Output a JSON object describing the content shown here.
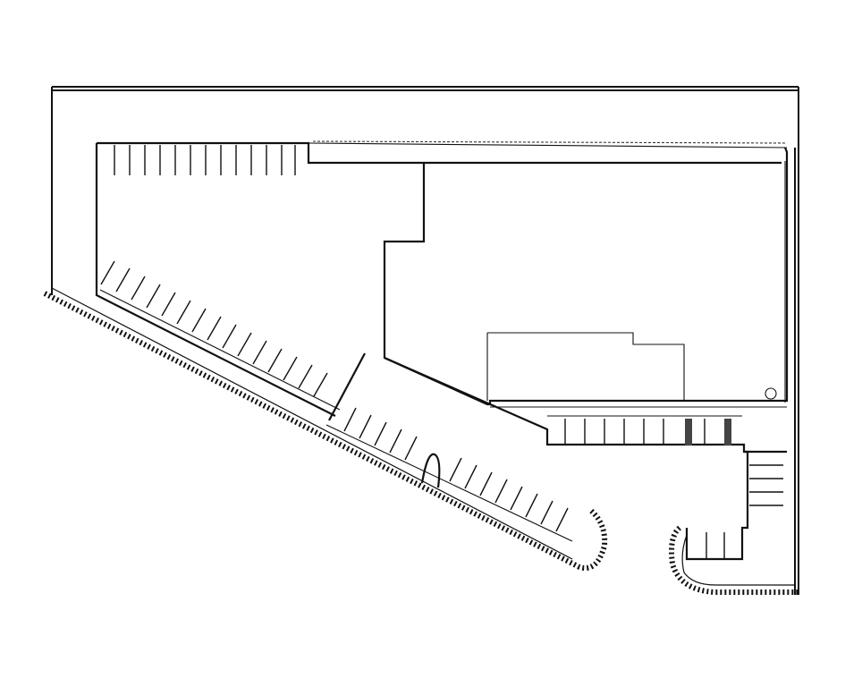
{
  "plan": {
    "kind": "site-plan",
    "elements": [
      "property-boundary",
      "building-footprint",
      "north-parking-row",
      "west-diagonal-parking",
      "south-diagonal-parking",
      "east-parking-bays",
      "landscape-curbs"
    ],
    "colors": {
      "line": "#111111",
      "background": "#ffffff"
    }
  }
}
